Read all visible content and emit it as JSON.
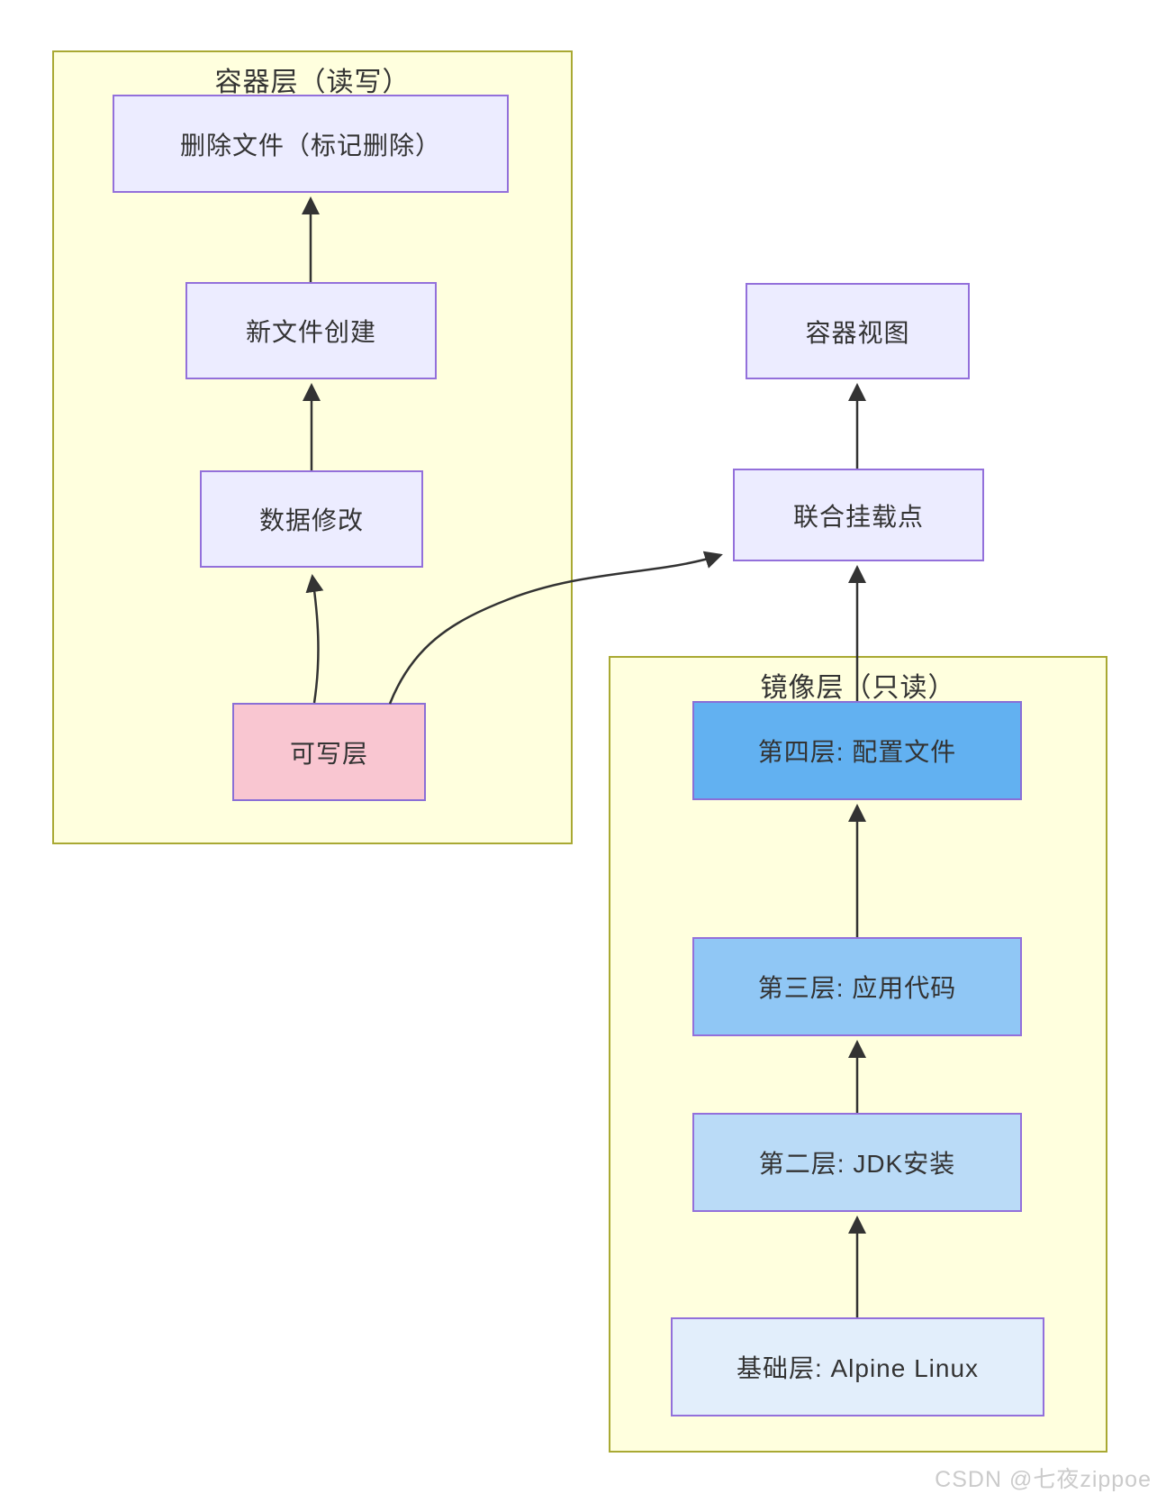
{
  "diagram": {
    "subgraphs": [
      {
        "id": "container-layer",
        "title": "容器层（读写）"
      },
      {
        "id": "image-layer",
        "title": "镜像层（只读）"
      }
    ],
    "nodes": {
      "delete_file": {
        "label": "删除文件（标记删除）"
      },
      "new_file": {
        "label": "新文件创建"
      },
      "data_modify": {
        "label": "数据修改"
      },
      "writable_layer": {
        "label": "可写层"
      },
      "container_view": {
        "label": "容器视图"
      },
      "union_mount": {
        "label": "联合挂载点"
      },
      "layer4": {
        "label": "第四层: 配置文件"
      },
      "layer3": {
        "label": "第三层: 应用代码"
      },
      "layer2": {
        "label": "第二层: JDK安装"
      },
      "base_layer": {
        "label": "基础层: Alpine Linux"
      }
    },
    "edges": [
      {
        "from": "新文件创建",
        "to": "删除文件（标记删除）"
      },
      {
        "from": "数据修改",
        "to": "新文件创建"
      },
      {
        "from": "可写层",
        "to": "数据修改"
      },
      {
        "from": "可写层",
        "to": "联合挂载点"
      },
      {
        "from": "联合挂载点",
        "to": "容器视图"
      },
      {
        "from": "第四层: 配置文件",
        "to": "联合挂载点"
      },
      {
        "from": "第三层: 应用代码",
        "to": "第四层: 配置文件"
      },
      {
        "from": "第二层: JDK安装",
        "to": "第三层: 应用代码"
      },
      {
        "from": "基础层: Alpine Linux",
        "to": "第二层: JDK安装"
      }
    ],
    "colors": {
      "subgraph_fill": "#ffffde",
      "subgraph_border": "#a9a933",
      "node_fill": "#ececff",
      "node_border": "#9370db",
      "writable_fill": "#f9c6d1",
      "layer4_fill": "#62b1f1",
      "layer3_fill": "#90c7f5",
      "layer2_fill": "#badbf7",
      "base_fill": "#e2eefb",
      "edge_line": "#333333",
      "text": "#333333"
    }
  },
  "watermark": {
    "text": "CSDN @七夜zippoe"
  }
}
